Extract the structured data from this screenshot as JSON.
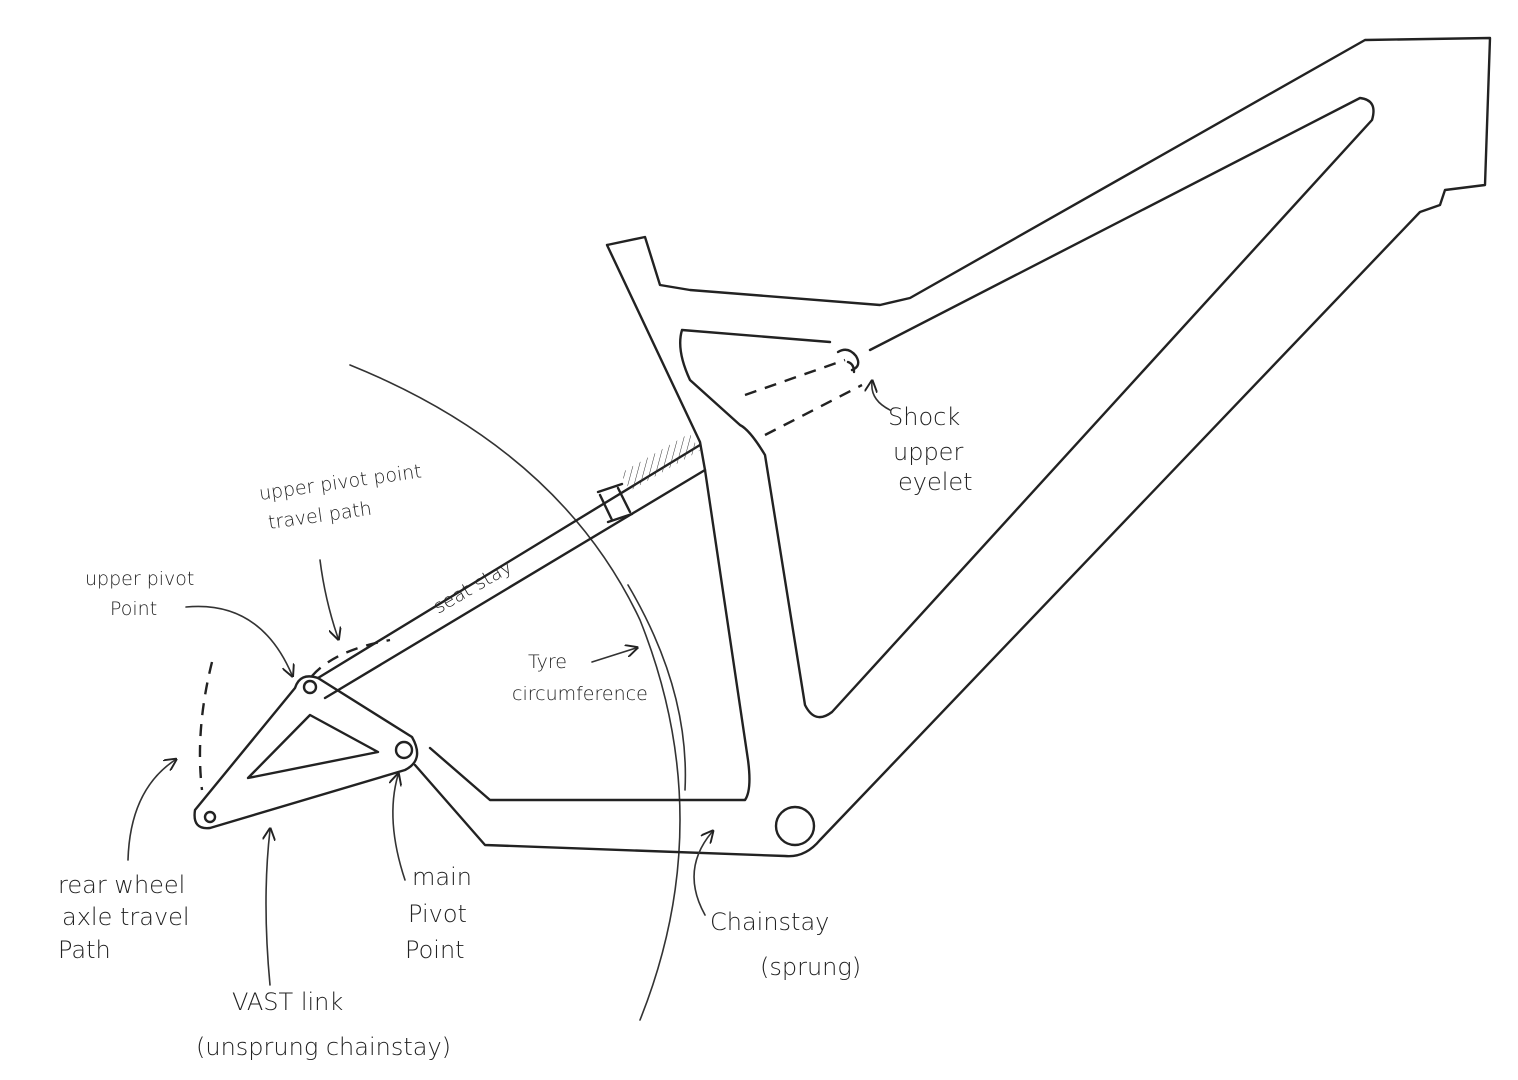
{
  "labels": {
    "upper_pivot_travel": [
      "upper pivot point",
      "travel path"
    ],
    "upper_pivot": [
      "upper pivot",
      "Point"
    ],
    "seat_stay": "seat stay",
    "tyre": [
      "Tyre",
      "circumference"
    ],
    "shock": [
      "Shock",
      "upper",
      "eyelet"
    ],
    "axle_path": [
      "rear wheel",
      "axle travel",
      "Path"
    ],
    "vast_link": [
      "VAST link",
      "(unsprung chainstay)"
    ],
    "main_pivot": [
      "main",
      "Pivot",
      "Point"
    ],
    "chainstay": [
      "Chainstay",
      "(sprung)"
    ]
  },
  "colors": {
    "ink": "#222222",
    "paper": "#ffffff"
  }
}
